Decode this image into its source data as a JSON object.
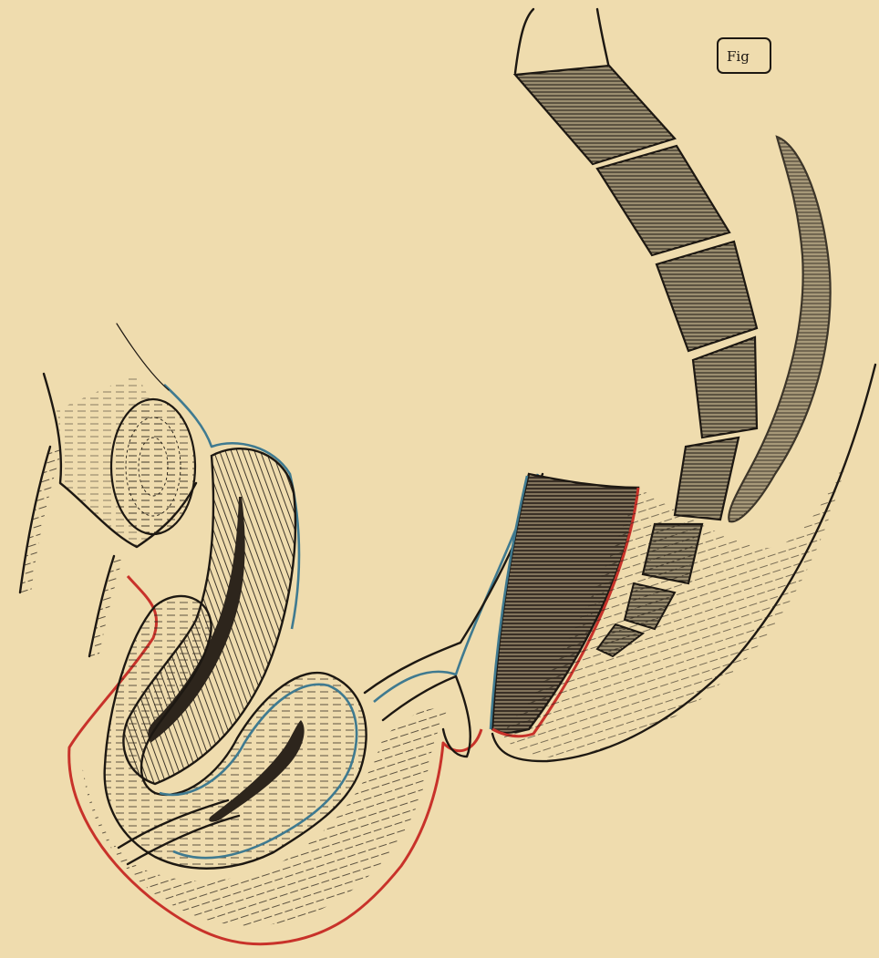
{
  "figure": {
    "number_label": "Fig",
    "colors": {
      "paper": "#efdcae",
      "ink": "#1d1812",
      "peritoneum_line": "#c8322a",
      "inner_line": "#3f7a90"
    },
    "structures": [
      "symphysis-pubis",
      "bladder",
      "uterus",
      "cervix",
      "vagina",
      "rectum",
      "sacrum",
      "coccyx",
      "abdominal-wall",
      "perineum"
    ]
  }
}
